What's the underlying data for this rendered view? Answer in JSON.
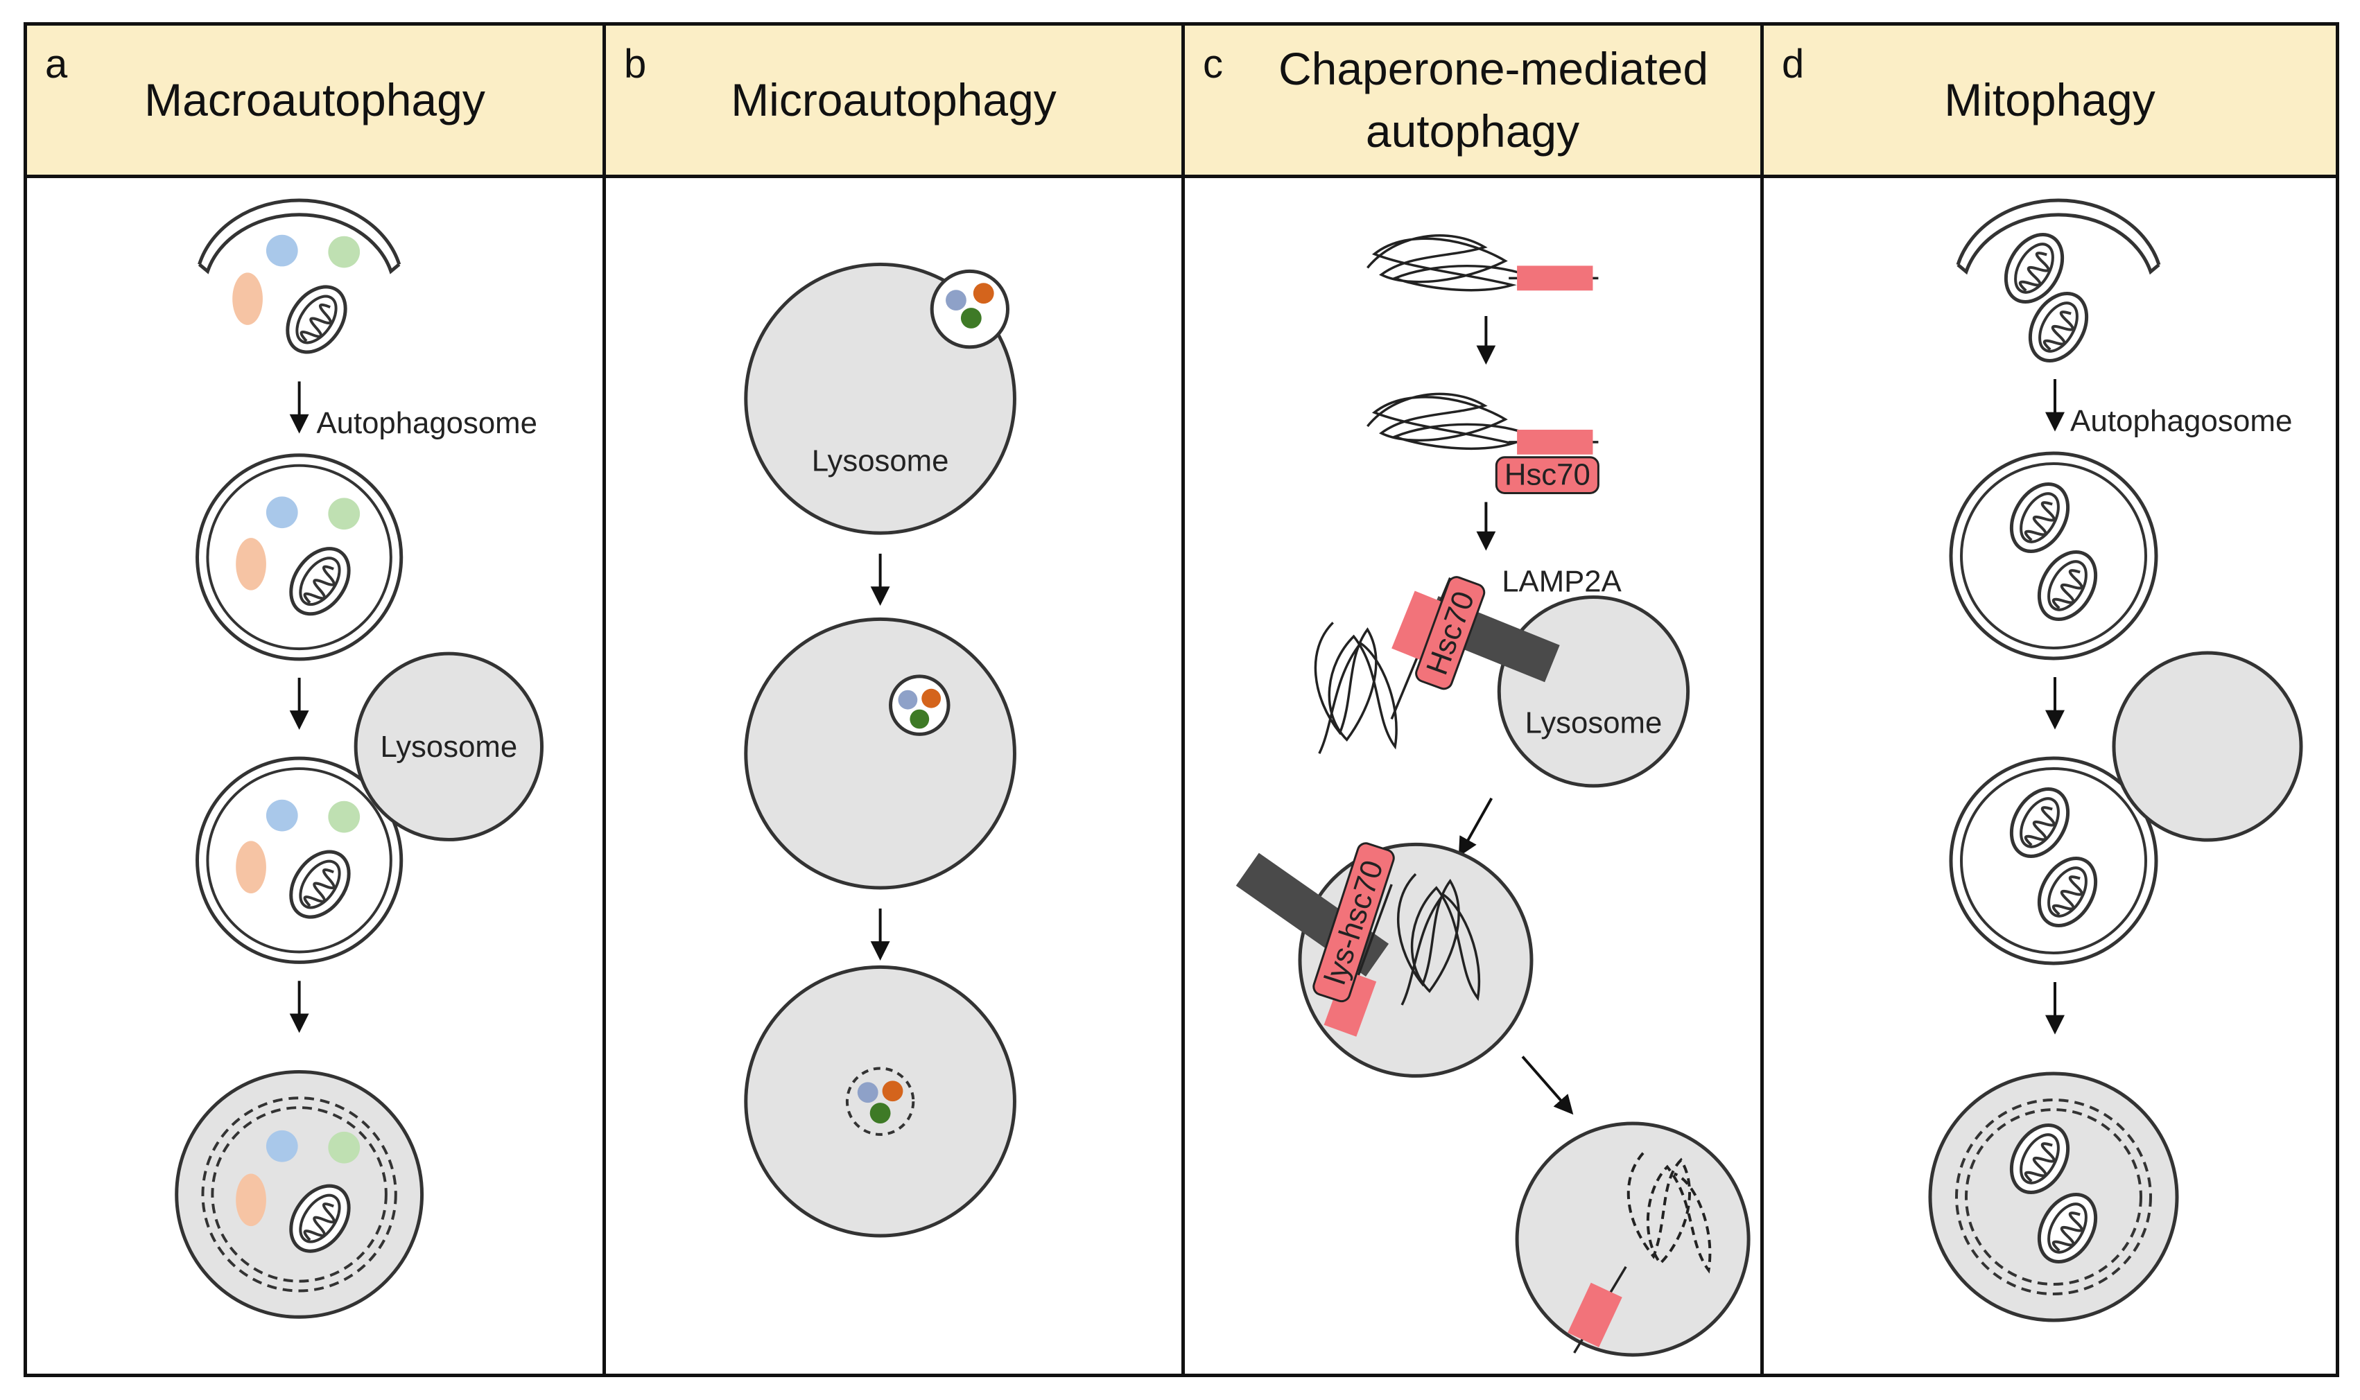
{
  "panels": [
    {
      "letter": "a",
      "title": "Macroautophagy",
      "labels": {
        "autophagosome": "Autophagosome",
        "lysosome": "Lysosome"
      }
    },
    {
      "letter": "b",
      "title": "Microautophagy",
      "labels": {
        "lysosome": "Lysosome"
      }
    },
    {
      "letter": "c",
      "title_lines": [
        "Chaperone-mediated",
        "autophagy"
      ],
      "labels": {
        "hsc70_a": "Hsc70",
        "lamp2a": "LAMP2A",
        "hsc70_b": "Hsc70",
        "lysosome": "Lysosome",
        "lys_hsc70": "lys-hsc70"
      }
    },
    {
      "letter": "d",
      "title": "Mitophagy",
      "labels": {
        "autophagosome": "Autophagosome"
      }
    }
  ],
  "colors": {
    "header_bg": "#fbeec6",
    "lysosome_fill": "#e3e3e3",
    "blue_cargo": "#a9c8ea",
    "green_cargo": "#bfe0b2",
    "orange_cargo": "#f6c4a4",
    "pink_motif": "#f2737a",
    "dark_receptor": "#4a4a4a",
    "small_blue": "#8ea1c8",
    "small_orange": "#d4641c",
    "small_green": "#3e7a26"
  },
  "icons": [
    "mitochondrion-icon",
    "arrow-down-icon",
    "tangled-protein-icon"
  ]
}
